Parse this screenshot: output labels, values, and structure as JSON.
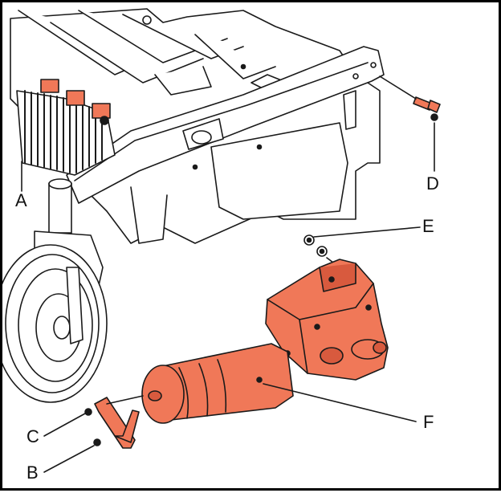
{
  "callouts": {
    "a": "A",
    "b": "B",
    "c": "C",
    "d": "D",
    "e": "E",
    "f": "F"
  },
  "colors": {
    "part_fill": "#f07858",
    "part_shade": "#d85a3e",
    "outline": "#1a1a1a",
    "frame": "#ffffff",
    "shadow": "#c8c8c8"
  },
  "icons": [
    "battery-pack-icon",
    "caster-wheel-icon",
    "bolt-icon",
    "washer-icon",
    "gear-motor-icon",
    "bracket-clip-icon"
  ]
}
